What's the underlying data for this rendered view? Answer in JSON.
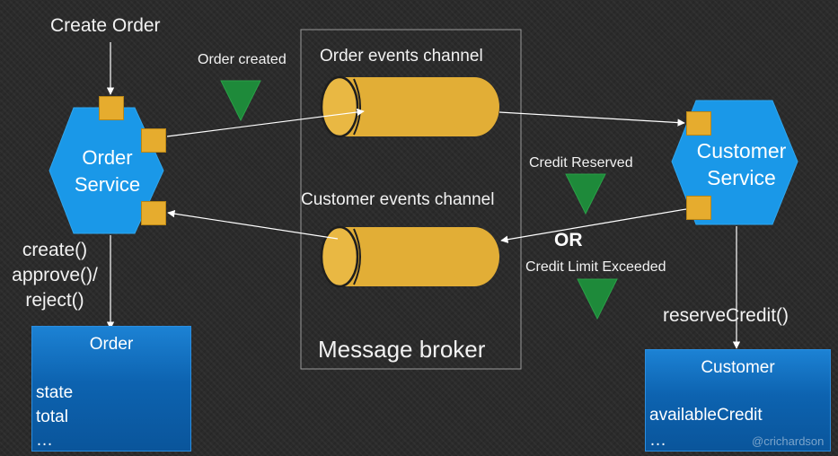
{
  "diagram": {
    "create_order_label": "Create Order",
    "order_created_label": "Order created",
    "order_events_channel_label": "Order events channel",
    "customer_events_channel_label": "Customer events channel",
    "message_broker_label": "Message broker",
    "credit_reserved_label": "Credit Reserved",
    "or_label": "OR",
    "credit_limit_exceeded_label": "Credit Limit Exceeded",
    "order_service": {
      "line1": "Order",
      "line2": "Service"
    },
    "customer_service": {
      "line1": "Customer",
      "line2": "Service"
    },
    "order_methods": [
      "create()",
      "approve()/",
      "reject()"
    ],
    "reserve_credit_label": "reserveCredit()",
    "order_entity": {
      "title": "Order",
      "fields": [
        "state",
        "total",
        "…"
      ]
    },
    "customer_entity": {
      "title": "Customer",
      "fields": [
        "availableCredit",
        "…"
      ]
    },
    "watermark": "@crichardson"
  },
  "colors": {
    "hexagon": "#1a98e8",
    "port": "#e6ac2e",
    "channel": "#e2ae36",
    "event_triangle": "#1e8a3a",
    "entity_box": "#0d63b0"
  }
}
